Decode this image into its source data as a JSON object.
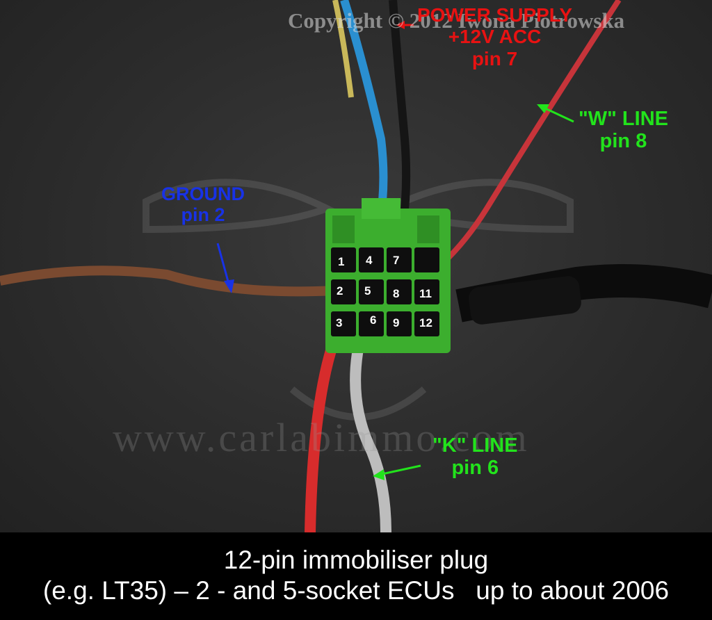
{
  "watermarks": {
    "copyright": "Copyright © 2012 Iwona Piotrowska",
    "url": "www.carlabimmo.com"
  },
  "labels": {
    "power": {
      "line1": "POWER SUPPLY",
      "line2": "+12V ACC",
      "line3": "pin 7"
    },
    "w_line": {
      "line1": "\"W\" LINE",
      "line2": "pin 8"
    },
    "ground": {
      "line1": "GROUND",
      "line2": "pin 2"
    },
    "k_line": {
      "line1": "\"K\" LINE",
      "line2": "pin 6"
    }
  },
  "connector": {
    "pins": [
      "1",
      "2",
      "3",
      "4",
      "5",
      "6",
      "7",
      "8",
      "9",
      "11",
      "12"
    ]
  },
  "caption": {
    "line1": "12-pin immobiliser plug",
    "line2": "(e.g. LT35) – 2 - and 5-socket ECUs   up to about 2006"
  },
  "colors": {
    "green_label": "#22e31c",
    "blue_label": "#1832e6",
    "red_label": "#e81212",
    "connector": "#3cae2e"
  }
}
